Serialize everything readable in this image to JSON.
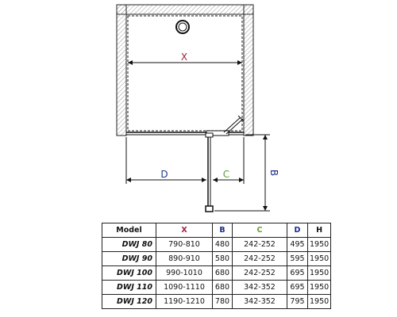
{
  "diagram": {
    "labels": {
      "x": "X",
      "d": "D",
      "c": "C",
      "b": "B"
    },
    "colors": {
      "x": "#a01f3a",
      "d": "#1a3a8a",
      "c": "#5aa03a",
      "b": "#1a2a8a",
      "lines": "#111111",
      "tile": "#888888"
    }
  },
  "table": {
    "headers": {
      "model": "Model",
      "x": "X",
      "b": "B",
      "c": "C",
      "d": "D",
      "h": "H"
    },
    "rows": [
      {
        "model": "DWJ 80",
        "x": "790-810",
        "b": "480",
        "c": "242-252",
        "d": "495",
        "h": "1950"
      },
      {
        "model": "DWJ 90",
        "x": "890-910",
        "b": "580",
        "c": "242-252",
        "d": "595",
        "h": "1950"
      },
      {
        "model": "DWJ 100",
        "x": "990-1010",
        "b": "680",
        "c": "242-252",
        "d": "695",
        "h": "1950"
      },
      {
        "model": "DWJ 110",
        "x": "1090-1110",
        "b": "680",
        "c": "342-352",
        "d": "695",
        "h": "1950"
      },
      {
        "model": "DWJ 120",
        "x": "1190-1210",
        "b": "780",
        "c": "342-352",
        "d": "795",
        "h": "1950"
      }
    ]
  }
}
